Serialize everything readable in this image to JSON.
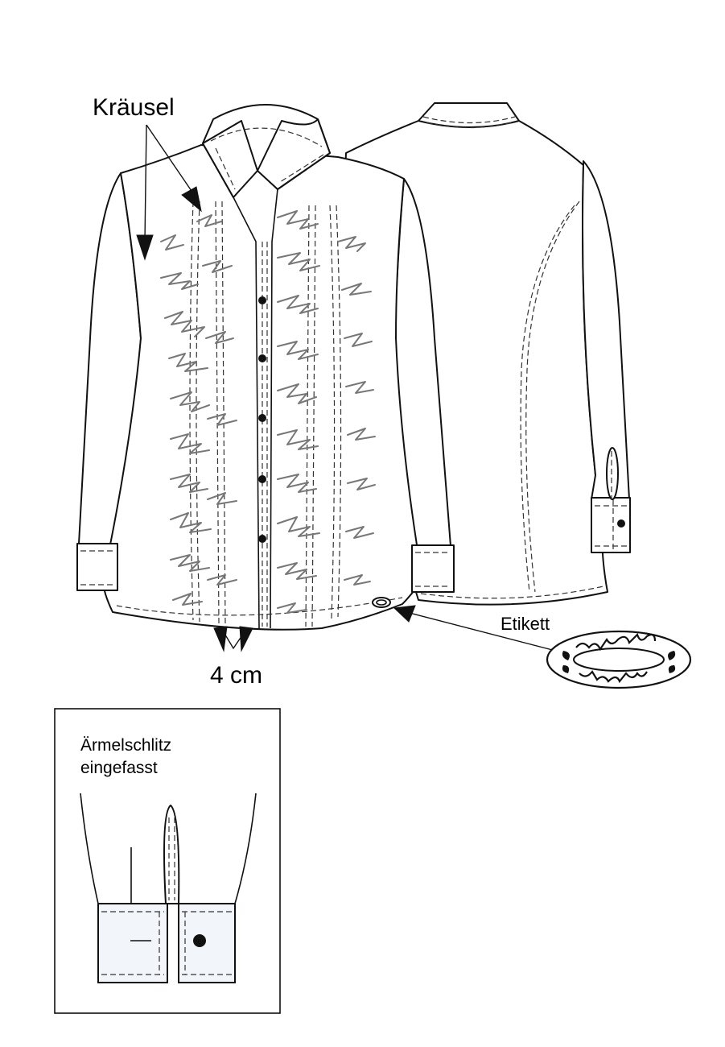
{
  "labels": {
    "gathers": "Kräusel",
    "width": "4 cm",
    "label_tag": "Etikett",
    "inset_line1": "Ärmelschlitz",
    "inset_line2": "eingefasst"
  },
  "colors": {
    "line": "#111111",
    "ruffle": "#777777",
    "cuff_fill": "#f2f6fb"
  },
  "front": {
    "button_count": 5
  }
}
